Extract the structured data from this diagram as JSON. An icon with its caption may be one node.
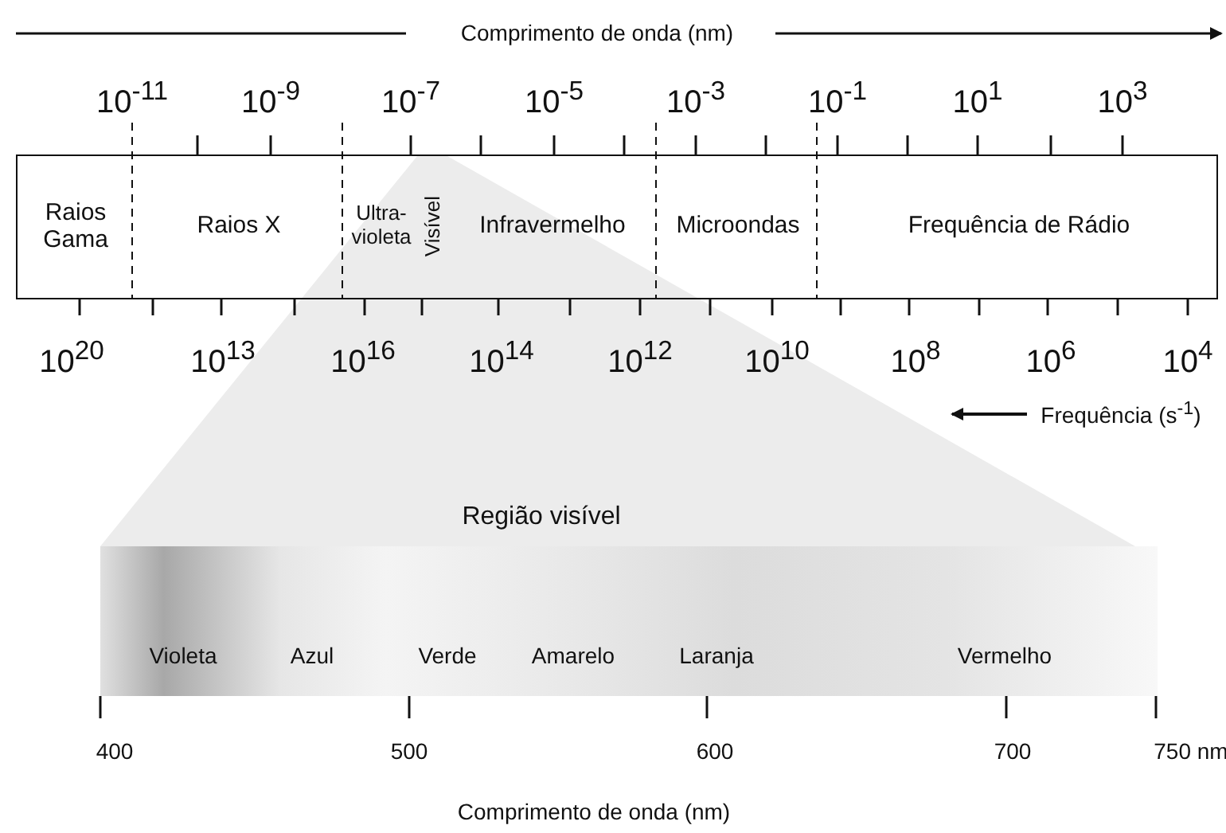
{
  "diagram": {
    "nodes": [
      {
        "text": [],
        "shape": "box"
      },
      {
        "text": [
          "Raios Gama"
        ],
        "in": 0
      },
      {
        "text": [
          "Raios X"
        ],
        "in": 0
      },
      {
        "text": [
          "Ultra-violeta"
        ],
        "in": 0
      },
      {
        "text": [
          "Visível"
        ],
        "in": 0
      },
      {
        "text": [
          "Infravermelho"
        ],
        "in": 0
      },
      {
        "text": [
          "Microondas"
        ],
        "in": 0
      },
      {
        "text": [
          "Frequência de Rádio"
        ],
        "in": 0
      },
      {
        "text": [
          "Região visível",
          "Violeta",
          "Azul",
          "Verde",
          "Amarelo",
          "Laranja",
          "Vermelho"
        ]
      }
    ],
    "labels": [
      "Comprimento de onda (nm)",
      "10$^{-11}$",
      "10$^{-9}$",
      "10$^{-7}$",
      "10$^{-5}$",
      "10$^{-3}$",
      "10$^{-1}$",
      "10$^{1}$",
      "10$^{3}$",
      "10$^{20}$",
      "10$^{13}$",
      "10$^{16}$",
      "10$^{14}$",
      "10$^{12}$",
      "10$^{10}$",
      "10$^{8}$",
      "10$^{6}$",
      "10$^{4}$",
      "Frequência (s$^{-1}$)",
      "400",
      "500",
      "600",
      "700",
      "750 nm",
      "Comprimento de onda (nm)"
    ]
  }
}
